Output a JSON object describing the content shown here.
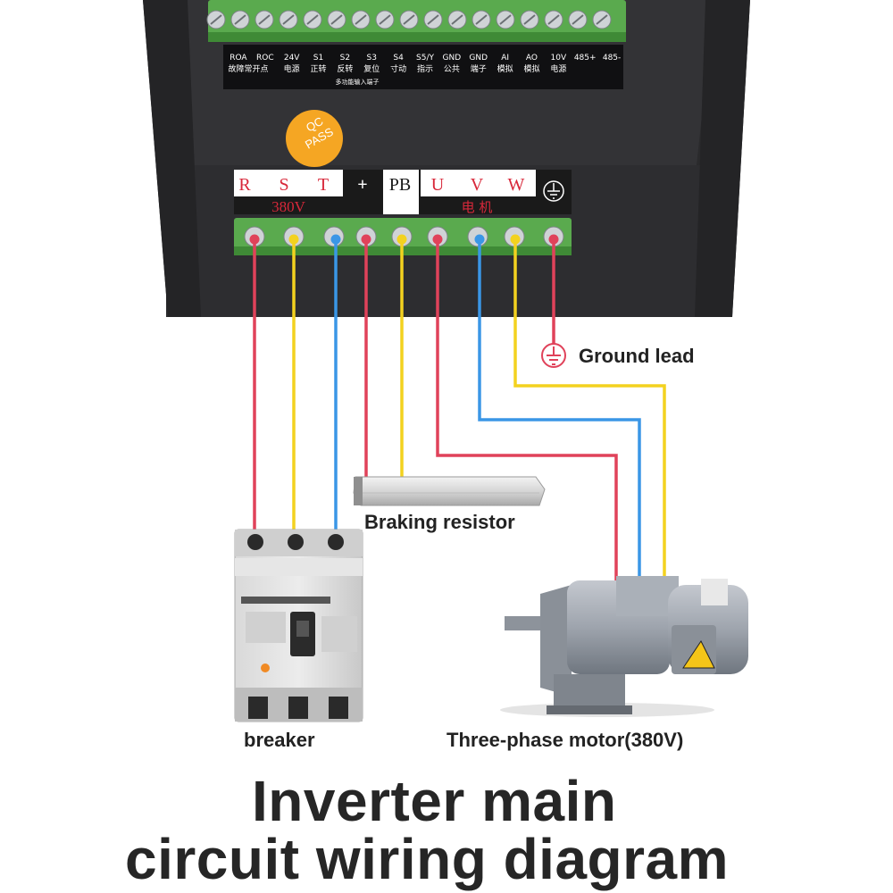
{
  "colors": {
    "red": "#e0425a",
    "yellow": "#f3d21f",
    "blue": "#3a96e6",
    "housing": "#2c2c2e",
    "terminal_green": "#5aaa4e"
  },
  "control_terminals": [
    {
      "top": "ROA",
      "sub": ""
    },
    {
      "top": "ROC",
      "sub": ""
    },
    {
      "top": "24V",
      "sub": "电源"
    },
    {
      "top": "S1",
      "sub": "正转"
    },
    {
      "top": "S2",
      "sub": "反转"
    },
    {
      "top": "S3",
      "sub": "复位"
    },
    {
      "top": "S4",
      "sub": "寸动"
    },
    {
      "top": "S5/Y",
      "sub": "指示"
    },
    {
      "top": "GND",
      "sub": "公共"
    },
    {
      "top": "GND",
      "sub": "端子"
    },
    {
      "top": "AI",
      "sub": "模拟"
    },
    {
      "top": "AO",
      "sub": "模拟"
    },
    {
      "top": "10V",
      "sub": "电源"
    },
    {
      "top": "485+",
      "sub": ""
    },
    {
      "top": "485-",
      "sub": ""
    }
  ],
  "control_sub_note": "故障常开点",
  "control_group_note": "多功能输入端子",
  "qc_stamp": {
    "line1": "QC",
    "line2": "PASS"
  },
  "power_terminals": {
    "labels": [
      "R",
      "S",
      "T",
      "+",
      "PB",
      "U",
      "V",
      "W"
    ],
    "input_voltage": "380V",
    "motor_label": "电 机",
    "ground_symbol": "ground-icon"
  },
  "labels": {
    "ground": "Ground lead",
    "braking": "Braking resistor",
    "breaker": "breaker",
    "motor": "Three-phase motor(380V)"
  },
  "title": {
    "line1": "Inverter main",
    "line2": "circuit wiring diagram"
  }
}
